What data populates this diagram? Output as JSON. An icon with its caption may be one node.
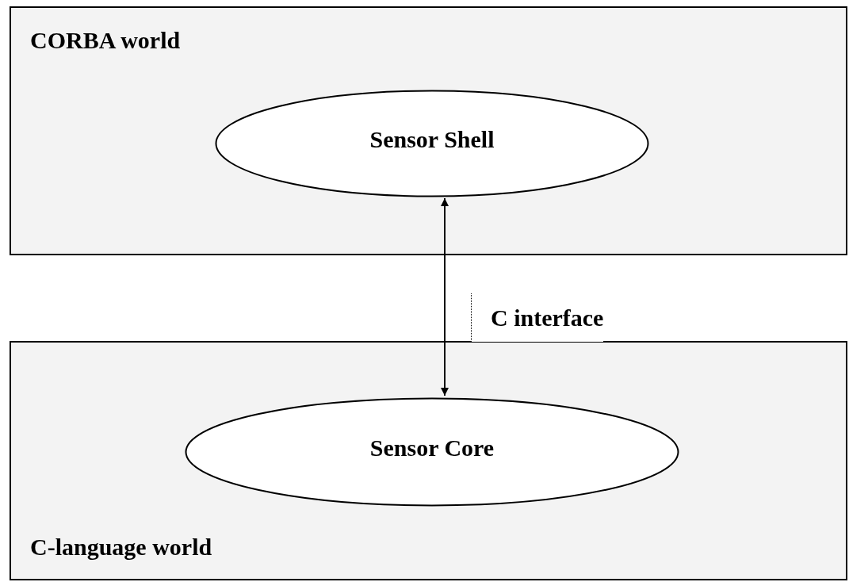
{
  "diagram": {
    "nodes": [
      {
        "text": [
          "CORBA world"
        ]
      },
      {
        "text": [
          "Sensor Shell"
        ],
        "in": 0
      },
      {
        "text": [
          "C-language world"
        ]
      },
      {
        "text": [
          "Sensor Core"
        ],
        "in": 2
      }
    ],
    "edges": [
      {
        "from": 1,
        "to": 3,
        "arrow": "both",
        "label": "C interface"
      }
    ]
  }
}
